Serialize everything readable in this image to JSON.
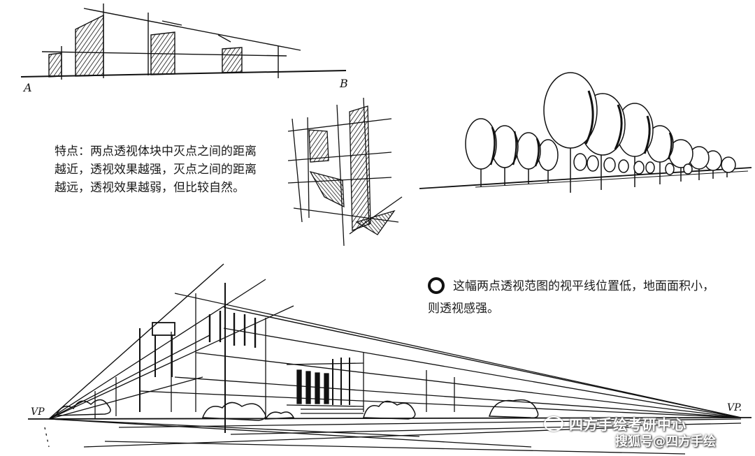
{
  "labels": {
    "a": "A",
    "b": "B",
    "vp_left": "VP",
    "vp_right": "VP."
  },
  "notes": {
    "feature": "特点：两点透视体块中灭点之间的距离越近，透视效果越强，灭点之间的距离越远，透视效果越弱，但比较自然。",
    "horizon": "这幅两点透视范图的视平线位置低，地面面积小，则透视感强。"
  },
  "watermark": {
    "wechat": "四方手绘考研中心",
    "sohu": "搜狐号@四方手绘"
  },
  "icons": {
    "bullet": "ring-bullet-icon",
    "wechat": "wechat-icon"
  }
}
